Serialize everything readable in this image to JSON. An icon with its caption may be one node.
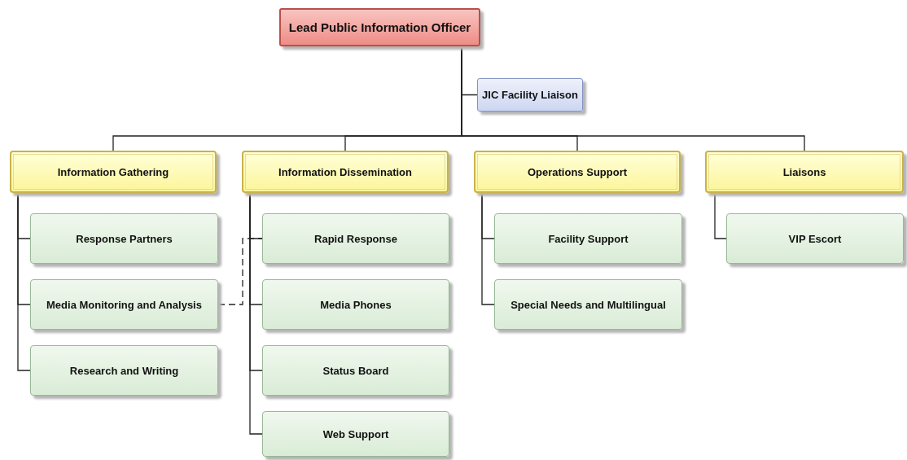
{
  "diagram": {
    "nodes": [
      {
        "text": [
          "Lead Public Information Officer"
        ]
      },
      {
        "text": [
          "JIC Facility Liaison"
        ]
      },
      {
        "text": [
          "Information Gathering"
        ]
      },
      {
        "text": [
          "Response Partners"
        ]
      },
      {
        "text": [
          "Media Monitoring and Analysis"
        ]
      },
      {
        "text": [
          "Research and Writing"
        ]
      },
      {
        "text": [
          "Information Dissemination"
        ]
      },
      {
        "text": [
          "Rapid Response"
        ]
      },
      {
        "text": [
          "Media Phones"
        ]
      },
      {
        "text": [
          "Status Board"
        ]
      },
      {
        "text": [
          "Web Support"
        ]
      },
      {
        "text": [
          "Operations Support"
        ]
      },
      {
        "text": [
          "Facility Support"
        ]
      },
      {
        "text": [
          "Special Needs and Multilingual"
        ]
      },
      {
        "text": [
          "Liaisons"
        ]
      },
      {
        "text": [
          "VIP Escort"
        ]
      }
    ],
    "edges": [
      {
        "from": 0,
        "to": 1,
        "arrow": "none"
      },
      {
        "from": 0,
        "to": 2,
        "arrow": "none"
      },
      {
        "from": 0,
        "to": 6,
        "arrow": "none"
      },
      {
        "from": 0,
        "to": 11,
        "arrow": "none"
      },
      {
        "from": 0,
        "to": 14,
        "arrow": "none"
      },
      {
        "from": 2,
        "to": 3,
        "arrow": "none"
      },
      {
        "from": 2,
        "to": 4,
        "arrow": "none"
      },
      {
        "from": 2,
        "to": 5,
        "arrow": "none"
      },
      {
        "from": 6,
        "to": 7,
        "arrow": "none"
      },
      {
        "from": 6,
        "to": 8,
        "arrow": "none"
      },
      {
        "from": 6,
        "to": 9,
        "arrow": "none"
      },
      {
        "from": 6,
        "to": 10,
        "arrow": "none"
      },
      {
        "from": 11,
        "to": 12,
        "arrow": "none"
      },
      {
        "from": 11,
        "to": 13,
        "arrow": "none"
      },
      {
        "from": 14,
        "to": 15,
        "arrow": "none"
      },
      {
        "from": 4,
        "to": 7,
        "arrow": "none",
        "style": "dashed"
      }
    ]
  }
}
